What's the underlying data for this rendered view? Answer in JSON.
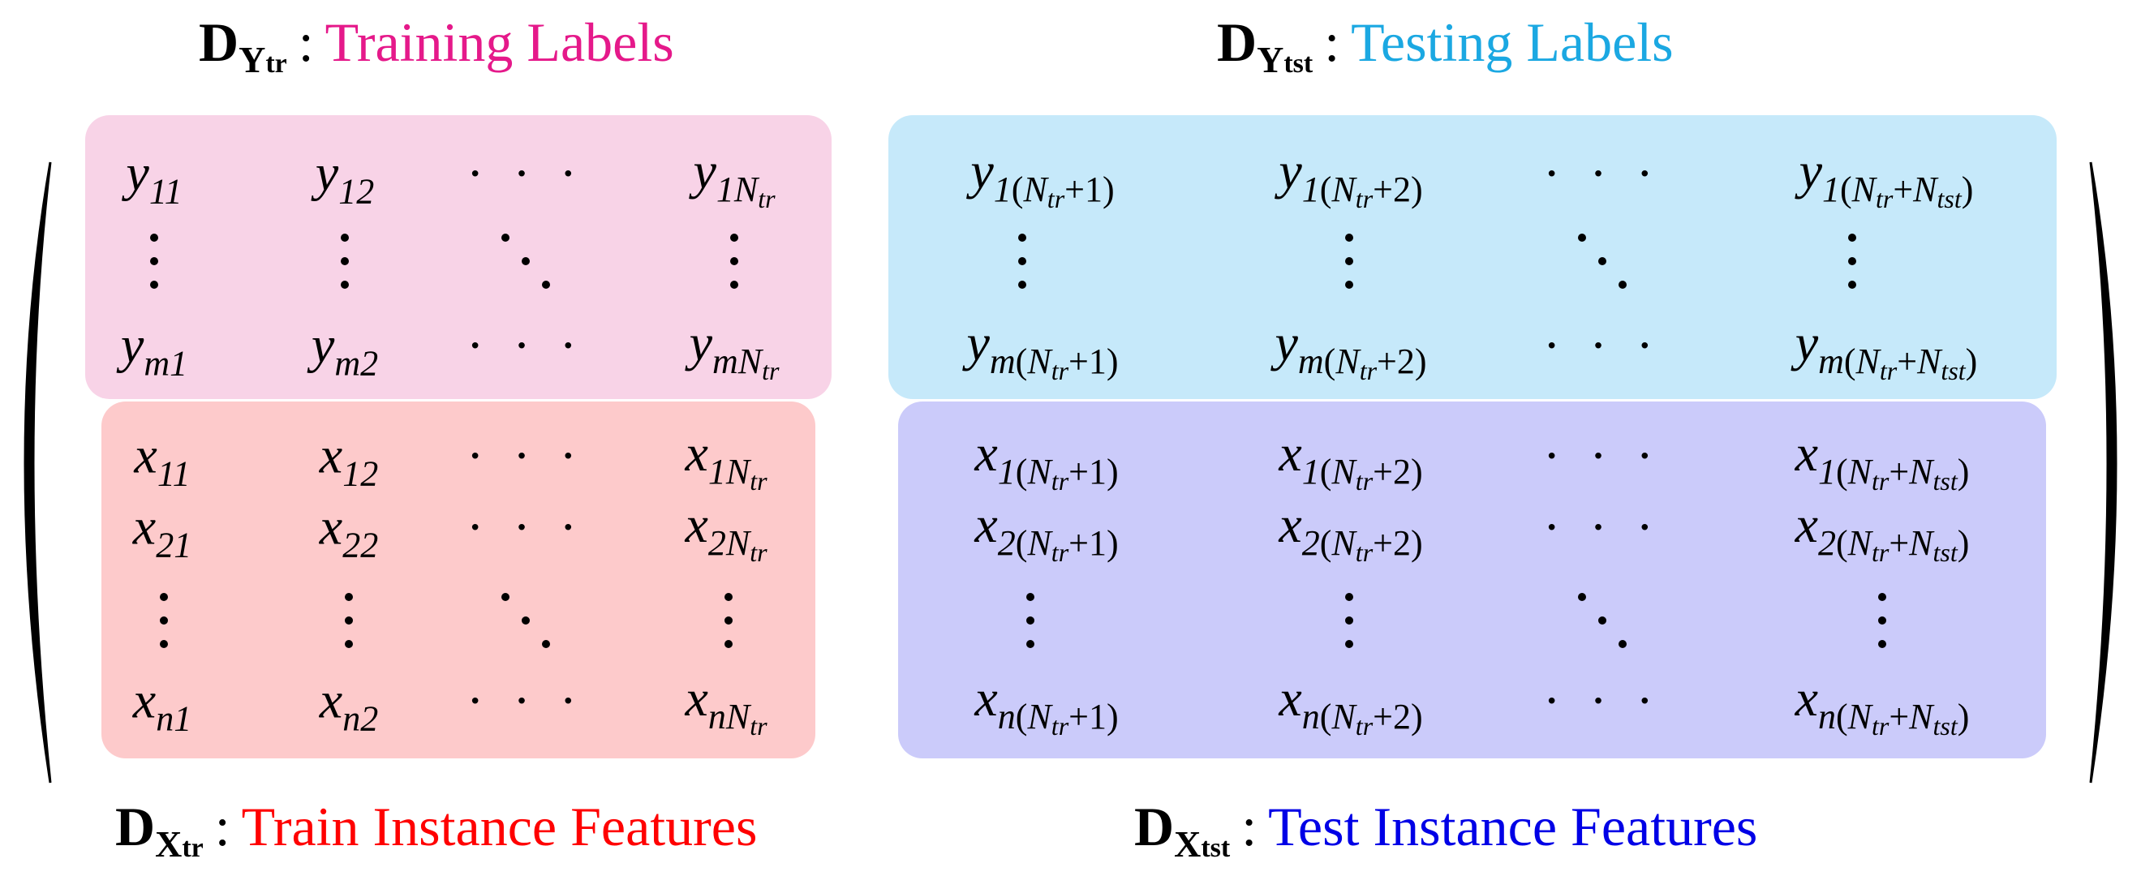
{
  "headings": {
    "y_train": {
      "symbol": "D",
      "subscript": "Y",
      "subsub": "tr",
      "label": "Training Labels",
      "color": "#E5198A"
    },
    "y_test": {
      "symbol": "D",
      "subscript": "Y",
      "subsub": "tst",
      "label": "Testing Labels",
      "color": "#1BA8E2"
    },
    "x_train": {
      "symbol": "D",
      "subscript": "X",
      "subsub": "tr",
      "label": "Train Instance Features",
      "color": "#FF0000"
    },
    "x_test": {
      "symbol": "D",
      "subscript": "X",
      "subsub": "tst",
      "label": "Test Instance Features",
      "color": "#0000E6"
    }
  },
  "box_colors": {
    "y_train": "#F8D3E7",
    "y_test": "#C6E9FA",
    "x_train": "#FDCACB",
    "x_test": "#CBCBFA"
  },
  "ellipsis": "…",
  "matrix": {
    "y_train_rows": [
      [
        "y",
        "11",
        "y",
        "12",
        "y",
        "1N_tr"
      ],
      [
        "y",
        "m1",
        "y",
        "m2",
        "y",
        "mN_tr"
      ]
    ],
    "cells": {
      "yt_r1c1": {
        "v": "y",
        "s": "11"
      },
      "yt_r1c2": {
        "v": "y",
        "s": "12"
      },
      "yt_r1c4": {
        "v": "y",
        "s": "1",
        "n": "N",
        "ns": "tr"
      },
      "yt_r2c1": {
        "v": "y",
        "s": "m1"
      },
      "yt_r2c2": {
        "v": "y",
        "s": "m2"
      },
      "yt_r2c4": {
        "v": "y",
        "s": "m",
        "n": "N",
        "ns": "tr"
      },
      "ys_r1c1": {
        "v": "y",
        "s": "1",
        "a": "+1",
        "b": "tr"
      },
      "ys_r1c2": {
        "v": "y",
        "s": "1",
        "a": "+2",
        "b": "tr"
      },
      "ys_r1c4": {
        "v": "y",
        "s": "1",
        "b": "tr",
        "c": "tst"
      },
      "ys_r2c1": {
        "v": "y",
        "s": "m",
        "a": "+1",
        "b": "tr"
      },
      "ys_r2c2": {
        "v": "y",
        "s": "m",
        "a": "+2",
        "b": "tr"
      },
      "ys_r2c4": {
        "v": "y",
        "s": "m",
        "b": "tr",
        "c": "tst"
      },
      "xt_r1c1": {
        "v": "x",
        "s": "11"
      },
      "xt_r1c2": {
        "v": "x",
        "s": "12"
      },
      "xt_r1c4": {
        "v": "x",
        "s": "1",
        "n": "N",
        "ns": "tr"
      },
      "xt_r2c1": {
        "v": "x",
        "s": "21"
      },
      "xt_r2c2": {
        "v": "x",
        "s": "22"
      },
      "xt_r2c4": {
        "v": "x",
        "s": "2",
        "n": "N",
        "ns": "tr"
      },
      "xt_r4c1": {
        "v": "x",
        "s": "n1"
      },
      "xt_r4c2": {
        "v": "x",
        "s": "n2"
      },
      "xt_r4c4": {
        "v": "x",
        "s": "n",
        "n": "N",
        "ns": "tr"
      },
      "xs_r1c1": {
        "v": "x",
        "s": "1",
        "a": "+1",
        "b": "tr"
      },
      "xs_r1c2": {
        "v": "x",
        "s": "1",
        "a": "+2",
        "b": "tr"
      },
      "xs_r1c4": {
        "v": "x",
        "s": "1",
        "b": "tr",
        "c": "tst"
      },
      "xs_r2c1": {
        "v": "x",
        "s": "2",
        "a": "+1",
        "b": "tr"
      },
      "xs_r2c2": {
        "v": "x",
        "s": "2",
        "a": "+2",
        "b": "tr"
      },
      "xs_r2c4": {
        "v": "x",
        "s": "2",
        "b": "tr",
        "c": "tst"
      },
      "xs_r4c1": {
        "v": "x",
        "s": "n",
        "a": "+1",
        "b": "tr"
      },
      "xs_r4c2": {
        "v": "x",
        "s": "n",
        "a": "+2",
        "b": "tr"
      },
      "xs_r4c4": {
        "v": "x",
        "s": "n",
        "b": "tr",
        "c": "tst"
      }
    }
  }
}
